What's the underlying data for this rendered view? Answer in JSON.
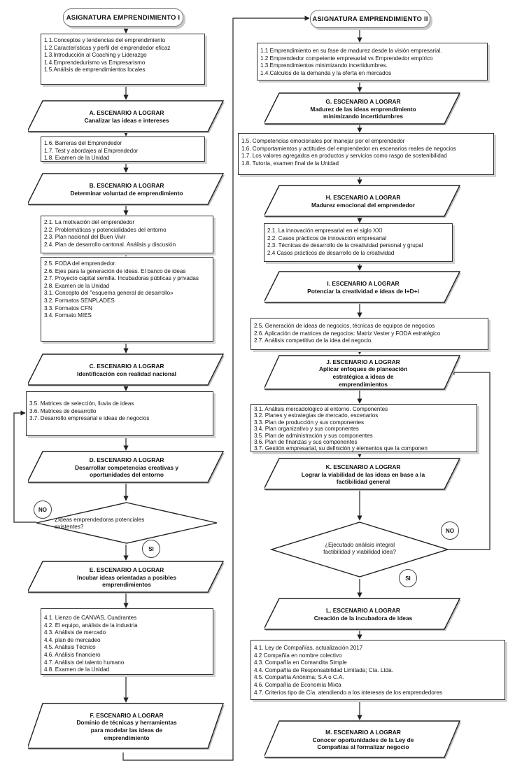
{
  "left": {
    "title": "ASIGNATURA EMPRENDIMIENTO I",
    "box1": [
      "1.1.Conceptos y tendencias del emprendimiento",
      "1.2.Características y perfil del emprendedor eficaz",
      "1.3.Introducción al Coaching y Liderazgo",
      "1.4.Emprendedurismo vs Empresarismo",
      "1.5.Análisis de emprendimientos locales"
    ],
    "scA": [
      "A.    ESCENARIO A LOGRAR",
      "Canalizar las ideas e intereses"
    ],
    "box2": [
      "1.6. Barreras del Emprendedor",
      "1.7. Test y abordajes al Emprendedor",
      "1.8. Examen de la Unidad"
    ],
    "scB": [
      "B.    ESCENARIO A LOGRAR",
      "Determinar voluntad de emprendimiento"
    ],
    "box3": [
      "2.1. La motivación del emprendedor",
      "2.2. Problemáticas y potencialidades del entorno",
      "2.3. Plan nacional del Buen Vivir",
      "2.4. Plan de desarrollo cantonal. Análisis y discusión"
    ],
    "box4": [
      "2.5. FODA del emprendedor.",
      "2.6. Ejes para la generación de ideas. El banco de ideas",
      "2.7. Proyecto capital semilla. Incubadoras públicas y privadas",
      "2.8. Examen de la Unidad",
      "3.1. Concepto del \"esquema general de desarrollo»",
      "3.2. Formatos SENPLADES",
      "3.3. Formatos CFN",
      "3.4. Formato MIES"
    ],
    "scC": [
      "C.    ESCENARIO A LOGRAR",
      "Identificación con realidad nacional"
    ],
    "box5": [
      "3.5. Matrices de selección, lluvia de ideas",
      "3.6. Matrices de desarrollo",
      "3.7. Desarrollo empresarial e ideas de negocios"
    ],
    "scD": [
      "D.    ESCENARIO A LOGRAR",
      "Desarrollar competencias creativas y",
      "oportunidades  del entorno"
    ],
    "diamond": [
      "¿Ideas emprendedoras potenciales",
      "existentes?"
    ],
    "no": "NO",
    "si": "SI",
    "scE": [
      "E.    ESCENARIO A LOGRAR",
      "Incubar  ideas orientadas a posibles",
      "emprendimientos"
    ],
    "box6": [
      "4.1. Lienzo de CANVAS, Cuadrantes",
      "4.2. El equipo, análisis de la industria",
      "4.3. Análisis de mercado",
      "4.4. plan de mercadeo",
      "4.5. Análisis Técnico",
      "4.6. Análisis financiero",
      "4.7. Análisis del talento humano",
      "4.8. Examen de la Unidad"
    ],
    "scF": [
      "F.    ESCENARIO A LOGRAR",
      "Dominio de técnicas y herramientas",
      "para modelar  las ideas de",
      "emprendimiento"
    ]
  },
  "right": {
    "title": "ASIGNATURA EMPRENDIMIENTO II",
    "box1": [
      "1.1 Emprendimiento en su fase de madurez desde la visión empresarial.",
      "1.2 Emprendedor competente empresarial vs Emprendedor empírico",
      "1.3.Emprendimientos minimizando incertidumbres.",
      "1.4.Cálculos de la demanda y la oferta en mercados"
    ],
    "scG": [
      "G.    ESCENARIO A LOGRAR",
      "Madurez  de las ideas  emprendimiento",
      "minimizando incertidumbres"
    ],
    "box2": [
      "1.5. Competencias emocionales por manejar por el emprendedor",
      "1.6. Comportamientos y actitudes del emprendedor en escenarios reales de negocios",
      "1.7. Los valores agregados en productos y servicios  como rasgo de sostenibilidad",
      "1.8. Tutoría, examen final de la Unidad"
    ],
    "scH": [
      "H.    ESCENARIO A LOGRAR",
      "Madurez  emocional del emprendedor"
    ],
    "box3": [
      "2.1. La innovación empresarial en el siglo XXI",
      "2.2. Casos prácticos de innovación empresarial",
      "2.3. Técnicas de desarrollo de la creatividad personal y grupal",
      "2.4 Casos prácticos de desarrollo de la creatividad"
    ],
    "scI": [
      "I.    ESCENARIO A LOGRAR",
      "Potenciar la creatividad e ideas de I+D+i"
    ],
    "box4": [
      "2.5. Generación de ideas de negocios, técnicas de equipos de negocios",
      "2.6. Aplicación de matrices de negocios: Matriz Vester y FODA estratégico",
      "2.7. Análisis competitivo de la idea del negocio."
    ],
    "scJ": [
      "J.    ESCENARIO A LOGRAR",
      "Aplicar enfoques de planeación",
      "estratégica a ideas de",
      "emprendimientos"
    ],
    "box5": [
      "3.1. Análisis mercadológico al entorno. Componentes",
      "3.2. Planes y estrategias de mercado, escenarios",
      "3.3. Plan de producción y sus componentes",
      "3.4. Plan organizativo y sus componentes",
      "3.5. Plan de administración y sus componentes",
      "3.6. Plan de finanzas y sus componentes",
      "3.7. Gestión empresarial, su definición y elementos que la componen"
    ],
    "scK": [
      "K.    ESCENARIO A LOGRAR",
      "Lograr la viabilidad de las ideas en base a la",
      "factibilidad general"
    ],
    "no": "NO",
    "diamond": [
      "¿Ejecutado análisis integral",
      "factibilidad y viabilidad idea?"
    ],
    "si": "SI",
    "scL": [
      "L.    ESCENARIO A LOGRAR",
      "Creación de la incubadora de ideas"
    ],
    "box6": [
      "4.1. Ley de Compañías, actualización 2017",
      "4.2 Compañía en nombre colectivo",
      "4.3. Compañía en Comandita Simple",
      "4.4. Compañía de Responsabilidad Limitada; Cía. Ltda.",
      "4.5. Compañía Anónima; S.A o C.A.",
      "4.6. Compañía de Economía Mixta",
      "4.7. Criterios tipo de Cía. atendiendo a los intereses de los emprendedores"
    ],
    "scM": [
      "M.  ESCENARIO A LOGRAR",
      "Conocer oportunidades de la Ley de",
      "Compañías al formalizar  negocio"
    ]
  }
}
